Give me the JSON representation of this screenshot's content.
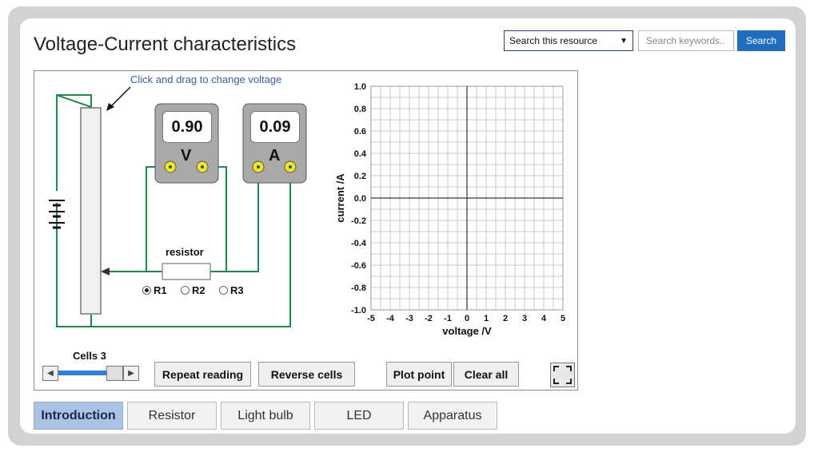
{
  "header": {
    "title": "Voltage-Current characteristics",
    "search_scope": "Search this resource",
    "search_placeholder": "Search keywords..",
    "search_button": "Search"
  },
  "simulation": {
    "hint": "Click and drag to change voltage",
    "voltmeter": {
      "reading": "0.90",
      "unit": "V"
    },
    "ammeter": {
      "reading": "0.09",
      "unit": "A"
    },
    "resistor_label": "resistor",
    "resistor_options": [
      "R1",
      "R2",
      "R3"
    ],
    "selected_resistor": "R1",
    "cells_label": "Cells 3",
    "cells_count": 3,
    "buttons": {
      "repeat": "Repeat reading",
      "reverse": "Reverse cells",
      "plot": "Plot point",
      "clear": "Clear all"
    },
    "graph": {
      "x_label": "voltage /V",
      "y_label": "current /A",
      "x_ticks": [
        "-5",
        "-4",
        "-3",
        "-2",
        "-1",
        "0",
        "1",
        "2",
        "3",
        "4",
        "5"
      ],
      "y_ticks": [
        "1.0",
        "0.8",
        "0.6",
        "0.4",
        "0.2",
        "0.0",
        "-0.2",
        "-0.4",
        "-0.6",
        "-0.8",
        "-1.0"
      ],
      "x_range": [
        -5,
        5
      ],
      "y_range": [
        -1.0,
        1.0
      ]
    }
  },
  "tabs": [
    {
      "label": "Introduction",
      "active": true
    },
    {
      "label": "Resistor",
      "active": false
    },
    {
      "label": "Light bulb",
      "active": false
    },
    {
      "label": "LED",
      "active": false
    },
    {
      "label": "Apparatus",
      "active": false
    }
  ],
  "colors": {
    "wire": "#1f8a46",
    "accent": "#1f6dc2",
    "meter_body": "#a9a9a9",
    "terminal": "#f2e71a",
    "active_tab": "#a9c3e4"
  }
}
